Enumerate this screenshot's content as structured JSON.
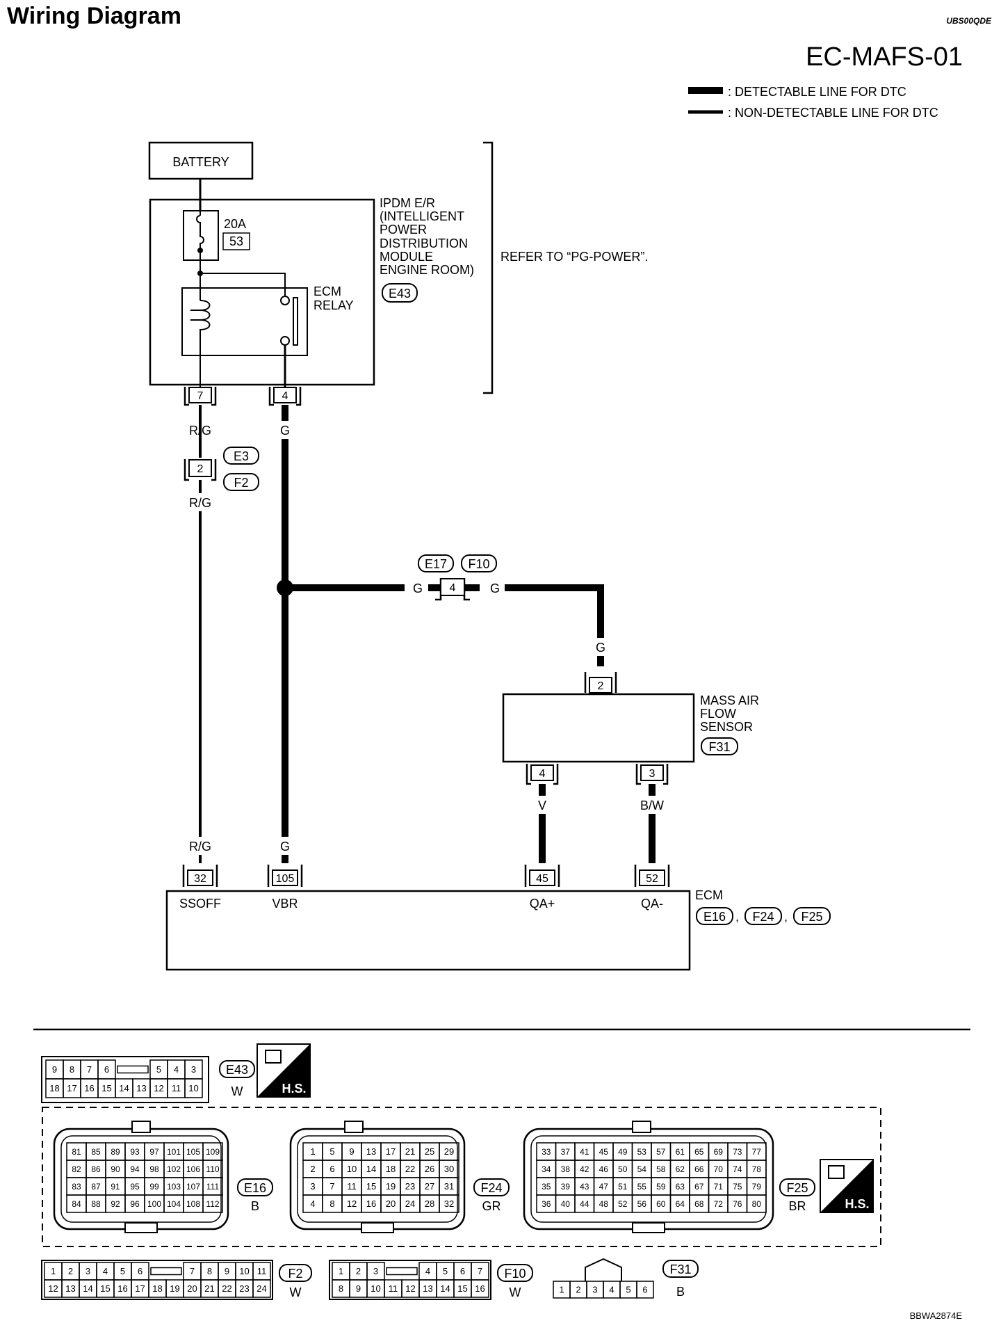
{
  "header": {
    "title": "Wiring Diagram",
    "doc_id": "UBS00QDE",
    "diagram_code": "EC-MAFS-01",
    "footer_code": "BBWA2874E"
  },
  "legend": {
    "detectable": ": DETECTABLE LINE FOR DTC",
    "non_detectable": ": NON-DETECTABLE LINE FOR DTC"
  },
  "components": {
    "battery": "BATTERY",
    "fuse_amps": "20A",
    "fuse_number": "53",
    "ipdm_lines": [
      "IPDM E/R",
      "(INTELLIGENT",
      "POWER",
      "DISTRIBUTION",
      "MODULE",
      "ENGINE ROOM)"
    ],
    "ipdm_connector": "E43",
    "relay_lines": [
      "ECM",
      "RELAY"
    ],
    "refer_to": "REFER TO “PG-POWER”.",
    "maf_lines": [
      "MASS AIR",
      "FLOW",
      "SENSOR"
    ],
    "maf_connector": "F31",
    "ecm": "ECM",
    "ecm_connectors": [
      "E16",
      "F24",
      "F25"
    ]
  },
  "wires": {
    "ipdm_pin_left": "7",
    "ipdm_pin_right": "4",
    "rg": "R/G",
    "g": "G",
    "v": "V",
    "bw": "B/W",
    "joint_pin": "2",
    "joint_conn_top": "E3",
    "joint_conn_bottom": "F2",
    "inline_pin": "4",
    "inline_conn_left": "E17",
    "inline_conn_right": "F10",
    "maf_pin_top": "2",
    "maf_pin_left": "4",
    "maf_pin_right": "3"
  },
  "ecm_pins": [
    {
      "pin": "32",
      "name": "SSOFF"
    },
    {
      "pin": "105",
      "name": "VBR"
    },
    {
      "pin": "45",
      "name": "QA+"
    },
    {
      "pin": "52",
      "name": "QA-"
    }
  ],
  "connector_views": {
    "e43": {
      "id": "E43",
      "color": "W",
      "hs": "H.S.",
      "top": [
        "9",
        "8",
        "7",
        "6",
        "",
        "5",
        "4",
        "3"
      ],
      "bottom": [
        "18",
        "17",
        "16",
        "15",
        "14",
        "13",
        "12",
        "11",
        "10"
      ]
    },
    "e16": {
      "id": "E16",
      "color": "B",
      "rows": [
        [
          "81",
          "85",
          "89",
          "93",
          "97",
          "101",
          "105",
          "109"
        ],
        [
          "82",
          "86",
          "90",
          "94",
          "98",
          "102",
          "106",
          "110"
        ],
        [
          "83",
          "87",
          "91",
          "95",
          "99",
          "103",
          "107",
          "111"
        ],
        [
          "84",
          "88",
          "92",
          "96",
          "100",
          "104",
          "108",
          "112"
        ]
      ]
    },
    "f24": {
      "id": "F24",
      "color": "GR",
      "rows": [
        [
          "1",
          "5",
          "9",
          "13",
          "17",
          "21",
          "25",
          "29"
        ],
        [
          "2",
          "6",
          "10",
          "14",
          "18",
          "22",
          "26",
          "30"
        ],
        [
          "3",
          "7",
          "11",
          "15",
          "19",
          "23",
          "27",
          "31"
        ],
        [
          "4",
          "8",
          "12",
          "16",
          "20",
          "24",
          "28",
          "32"
        ]
      ]
    },
    "f25": {
      "id": "F25",
      "color": "BR",
      "hs": "H.S.",
      "rows": [
        [
          "33",
          "37",
          "41",
          "45",
          "49",
          "53",
          "57",
          "61",
          "65",
          "69",
          "73",
          "77"
        ],
        [
          "34",
          "38",
          "42",
          "46",
          "50",
          "54",
          "58",
          "62",
          "66",
          "70",
          "74",
          "78"
        ],
        [
          "35",
          "39",
          "43",
          "47",
          "51",
          "55",
          "59",
          "63",
          "67",
          "71",
          "75",
          "79"
        ],
        [
          "36",
          "40",
          "44",
          "48",
          "52",
          "56",
          "60",
          "64",
          "68",
          "72",
          "76",
          "80"
        ]
      ]
    },
    "f2": {
      "id": "F2",
      "color": "W",
      "top": [
        "1",
        "2",
        "3",
        "4",
        "5",
        "6",
        "",
        "7",
        "8",
        "9",
        "10",
        "11"
      ],
      "bottom": [
        "12",
        "13",
        "14",
        "15",
        "16",
        "17",
        "18",
        "19",
        "20",
        "21",
        "22",
        "23",
        "24"
      ]
    },
    "f10": {
      "id": "F10",
      "color": "W",
      "top": [
        "1",
        "2",
        "3",
        "",
        "4",
        "5",
        "6",
        "7"
      ],
      "bottom": [
        "8",
        "9",
        "10",
        "11",
        "12",
        "13",
        "14",
        "15",
        "16"
      ]
    },
    "f31": {
      "id": "F31",
      "color": "B",
      "pins": [
        "1",
        "2",
        "3",
        "4",
        "5",
        "6"
      ]
    }
  }
}
